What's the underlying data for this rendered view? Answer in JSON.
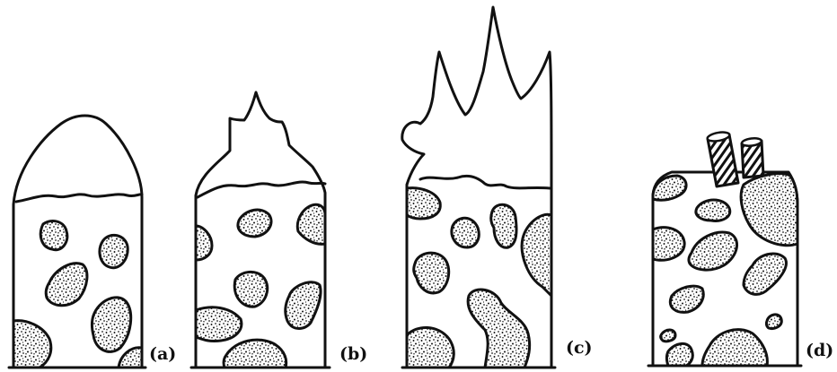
{
  "figure": {
    "panels": [
      {
        "id": "a",
        "label": "(a)"
      },
      {
        "id": "b",
        "label": "(b)"
      },
      {
        "id": "c",
        "label": "(c)"
      },
      {
        "id": "d",
        "label": "(d)"
      }
    ]
  }
}
